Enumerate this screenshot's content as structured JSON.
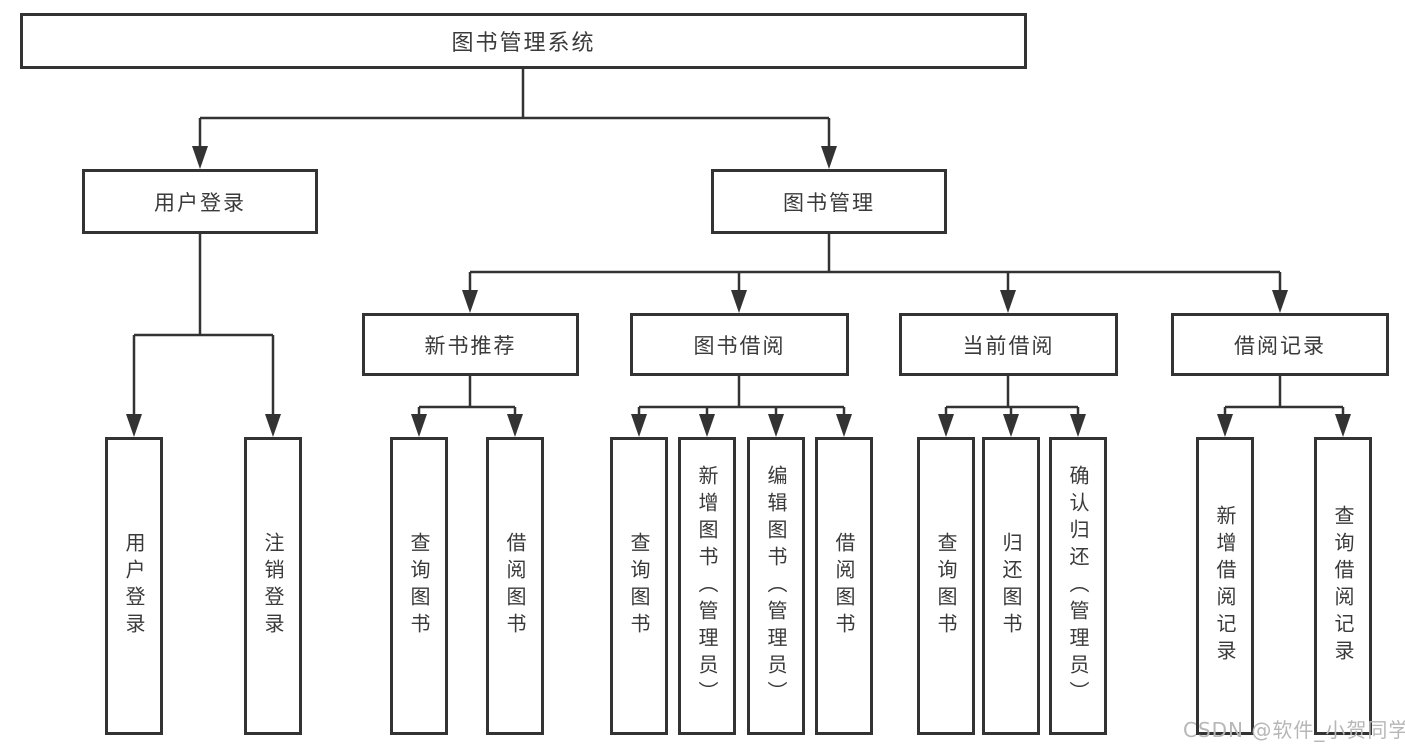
{
  "nodes": {
    "root": "图书管理系统",
    "level2": {
      "user_login": "用户登录",
      "book_mgmt": "图书管理"
    },
    "level3": {
      "new_books": "新书推荐",
      "book_borrow": "图书借阅",
      "current_borrow": "当前借阅",
      "borrow_records": "借阅记录"
    },
    "leaves": {
      "user_login": "用户登录",
      "logout": "注销登录",
      "nb_query_books": "查询图书",
      "nb_borrow_books": "借阅图书",
      "bb_query_books": "查询图书",
      "bb_add_books": "新增图书（管理员）",
      "bb_edit_books": "编辑图书（管理员）",
      "bb_borrow_books": "借阅图书",
      "cb_query_books": "查询图书",
      "cb_return_books": "归还图书",
      "cb_confirm_return": "确认归还（管理员）",
      "br_add_record": "新增借阅记录",
      "br_query_record": "查询借阅记录"
    }
  },
  "watermark": "CSDN @软件_小贺同学",
  "colors": {
    "line": "#333333",
    "text": "#3a3a3a",
    "background": "#ffffff",
    "watermark": "#b7b7b7"
  }
}
